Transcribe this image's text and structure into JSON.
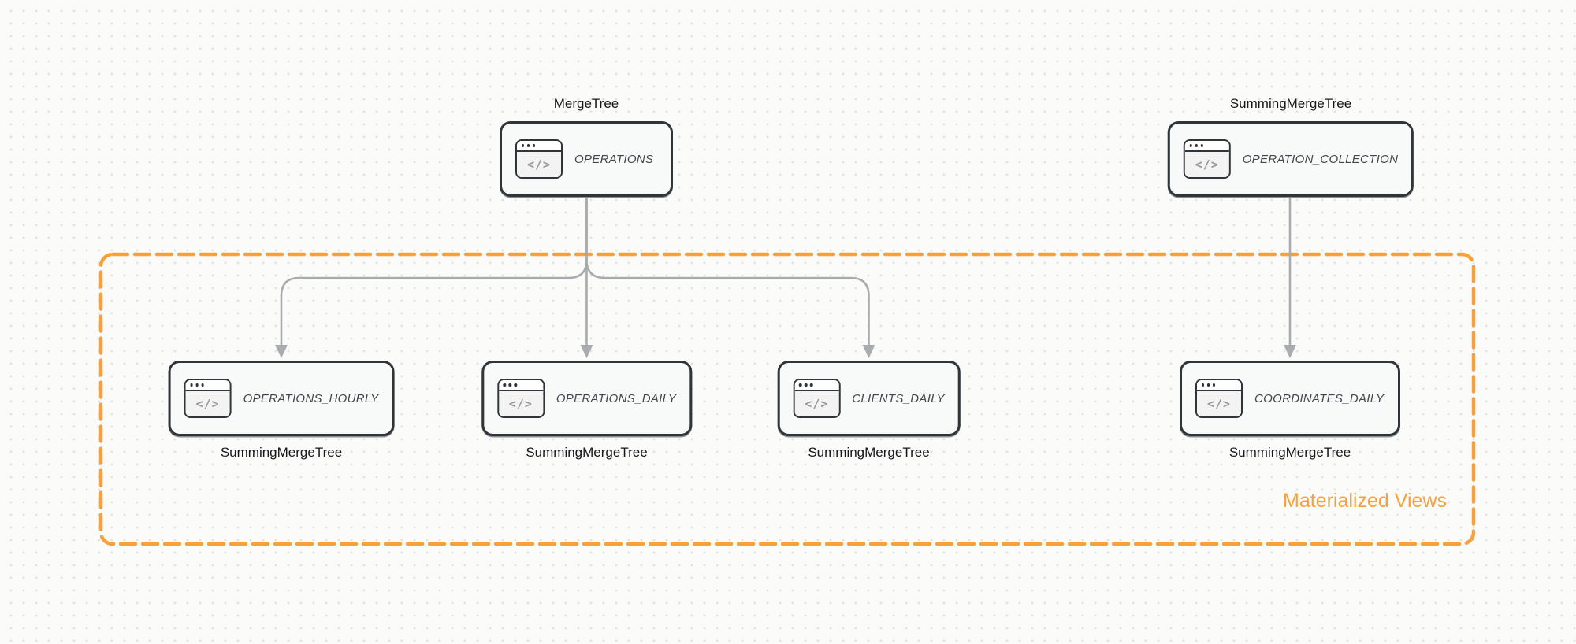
{
  "canvas": {
    "background": "#FBFBFA",
    "dot_grid_color": "#E3E3E5"
  },
  "colors": {
    "node_border": "#30353A",
    "node_fill": "#F8F9F9",
    "connector_gray": "#A9ACAF",
    "group_accent_orange": "#F8A13B"
  },
  "icons": {
    "code_window": "</>"
  },
  "nodes": {
    "operations": {
      "engine": "MergeTree",
      "name": "OPERATIONS"
    },
    "operation_collection": {
      "engine": "SummingMergeTree",
      "name": "OPERATION_COLLECTION"
    },
    "operations_hourly": {
      "name": "OPERATIONS_HOURLY",
      "engine": "SummingMergeTree"
    },
    "operations_daily": {
      "name": "OPERATIONS_DAILY",
      "engine": "SummingMergeTree"
    },
    "clients_daily": {
      "name": "CLIENTS_DAILY",
      "engine": "SummingMergeTree"
    },
    "coordinates_daily": {
      "name": "COORDINATES_DAILY",
      "engine": "SummingMergeTree"
    }
  },
  "group": {
    "label": "Materialized Views"
  }
}
